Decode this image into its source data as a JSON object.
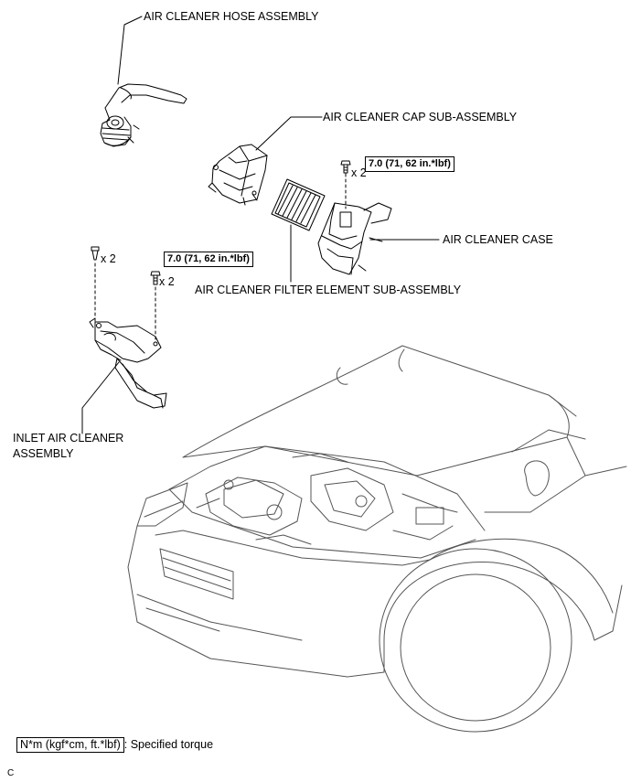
{
  "labels": {
    "hose_assembly": "AIR CLEANER HOSE ASSEMBLY",
    "cap_sub_assembly": "AIR CLEANER CAP SUB-ASSEMBLY",
    "case": "AIR CLEANER CASE",
    "filter_element": "AIR CLEANER FILTER ELEMENT SUB-ASSEMBLY",
    "inlet_line1": "INLET AIR CLEANER",
    "inlet_line2": "ASSEMBLY"
  },
  "torque": {
    "case_bolts": "7.0 (71, 62 in.*lbf)",
    "inlet_bolts": "7.0 (71, 62 in.*lbf)"
  },
  "quantities": {
    "case_bolts": "x 2",
    "inlet_clips": "x 2",
    "inlet_bolts": "x 2"
  },
  "legend": {
    "unit": "N*m (kgf*cm, ft.*lbf)",
    "text": ": Specified torque"
  },
  "corner_code": "C"
}
